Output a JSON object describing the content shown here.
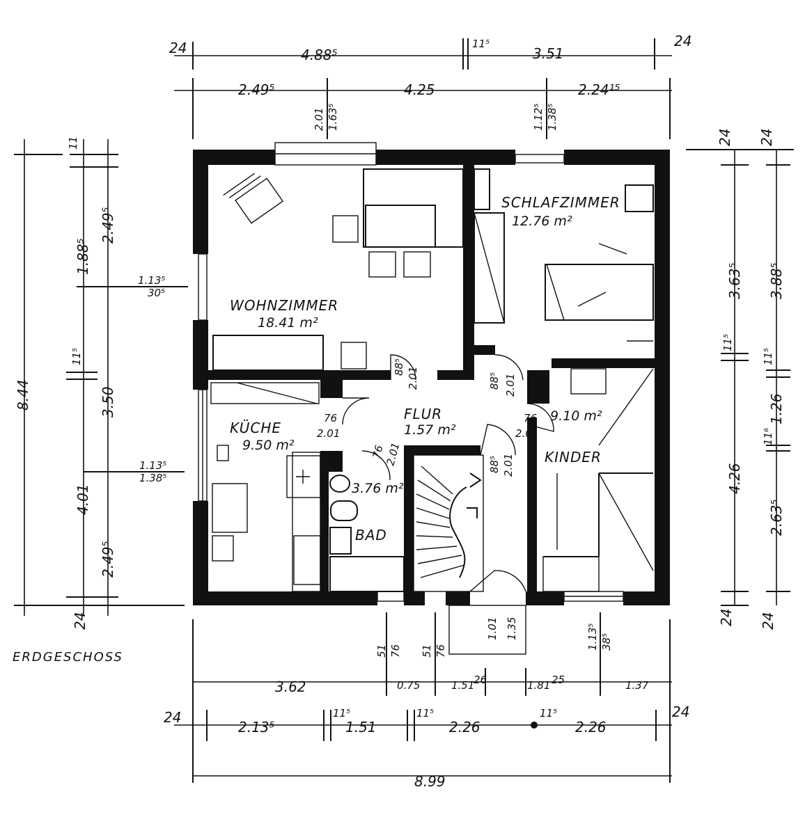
{
  "plan": {
    "title": "ERDGESCHOSS",
    "rooms": [
      {
        "id": "wohnzimmer",
        "name": "WOHNZIMMER",
        "area": "18.41 m²"
      },
      {
        "id": "schlafzimmer",
        "name": "SCHLAFZIMMER",
        "area": "12.76 m²"
      },
      {
        "id": "kueche",
        "name": "KÜCHE",
        "area": "9.50 m²"
      },
      {
        "id": "flur",
        "name": "FLUR",
        "area": "1.57 m²"
      },
      {
        "id": "bad",
        "name": "BAD",
        "area": "3.76 m²"
      },
      {
        "id": "kinder",
        "name": "KINDER",
        "area": "9.10 m²"
      }
    ],
    "dims_top": {
      "row1": [
        "24",
        "4.88⁵",
        "11⁵",
        "3.51",
        "24"
      ],
      "row2": [
        "2.49⁵",
        "4.25",
        "2.24¹⁵"
      ],
      "window1": [
        "2.01",
        "1.63⁵"
      ],
      "window2": [
        "1.12⁵",
        "1.38⁵"
      ]
    },
    "dims_left": {
      "outer": "8.44",
      "segments": [
        "2.49⁵",
        "1.88⁵",
        "3.50",
        "4.01",
        "2.49⁵",
        "11⁵",
        "24"
      ],
      "window1": [
        "1.13⁵",
        "30⁵"
      ],
      "window2": [
        "1.13⁵",
        "1.38⁵"
      ],
      "top_small": "11"
    },
    "dims_right": {
      "segments": [
        "3.63⁵",
        "3.88⁵",
        "1.26",
        "4.26",
        "2.63⁵",
        "11⁵",
        "11⁵",
        "11⁶",
        "24",
        "24",
        "24",
        "24"
      ]
    },
    "dims_bottom": {
      "row1": [
        "3.62",
        "0.75",
        "1.51",
        "26",
        "1.81",
        "25",
        "1.37"
      ],
      "row2": [
        "24",
        "2.13⁵",
        "11⁵",
        "1.51",
        "11⁵",
        "2.26",
        "11⁵",
        "2.26",
        "24"
      ],
      "total": "8.99",
      "vertical": [
        "51",
        "76",
        "51",
        "76",
        "1.01",
        "1.35",
        "1.13⁵",
        "38⁵"
      ]
    },
    "door_labels": [
      "88⁵",
      "2.01",
      "88⁵",
      "2.01",
      "76",
      "2.01",
      "76",
      "2.01",
      "76",
      "2.01",
      "88⁵",
      "2.01"
    ]
  }
}
